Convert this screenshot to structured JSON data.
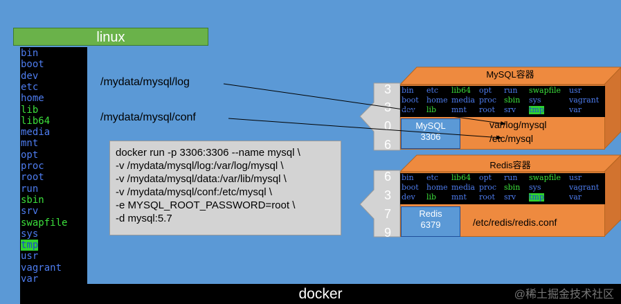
{
  "linux": {
    "title": "linux",
    "dirs": [
      "bin",
      "boot",
      "dev",
      "etc",
      "home",
      "lib",
      "lib64",
      "media",
      "mnt",
      "opt",
      "proc",
      "root",
      "run",
      "sbin",
      "srv",
      "swapfile",
      "sys",
      "tmp",
      "usr",
      "vagrant",
      "var"
    ]
  },
  "docker": {
    "title": "docker"
  },
  "host_paths": {
    "log": "/mydata/mysql/log",
    "conf": "/mydata/mysql/conf"
  },
  "command": {
    "lines": [
      "docker run -p 3306:3306 --name mysql \\",
      "-v /mydata/mysql/log:/var/log/mysql \\",
      "-v /mydata/mysql/data:/var/lib/mysql \\",
      "-v /mydata/mysql/conf:/etc/mysql \\",
      "-e MYSQL_ROOT_PASSWORD=root \\",
      "-d mysql:5.7"
    ]
  },
  "mysql_container": {
    "title": "MySQL容器",
    "dir_rows": [
      [
        "bin",
        "etc",
        "lib64",
        "opt",
        "run",
        "swapfile",
        "usr"
      ],
      [
        "boot",
        "home",
        "media",
        "proc",
        "sbin",
        "sys",
        "vagrant"
      ],
      [
        "dev",
        "lib",
        "mnt",
        "root",
        "srv",
        "tmp",
        "var"
      ]
    ],
    "name": "MySQL",
    "port": "3306",
    "port_digits": [
      "3",
      "3",
      "0",
      "6"
    ],
    "path_log": "var/log/mysql",
    "path_conf": "/etc/mysql"
  },
  "redis_container": {
    "title": "Redis容器",
    "dir_rows": [
      [
        "bin",
        "etc",
        "lib64",
        "opt",
        "run",
        "swapfile",
        "usr"
      ],
      [
        "boot",
        "home",
        "media",
        "proc",
        "sbin",
        "sys",
        "vagrant"
      ],
      [
        "dev",
        "lib",
        "mnt",
        "root",
        "srv",
        "tmp",
        "var"
      ]
    ],
    "name": "Redis",
    "port": "6379",
    "port_digits": [
      "6",
      "3",
      "7",
      "9"
    ],
    "path_conf": "/etc/redis/redis.conf"
  },
  "watermark": "@稀土掘金技术社区",
  "colors": {
    "background": "#5b99d6",
    "linux_bar": "#6ab24a",
    "container": "#ee8a3f",
    "dir_blue": "#4e7df0",
    "highlight_green": "#3ce03c"
  }
}
